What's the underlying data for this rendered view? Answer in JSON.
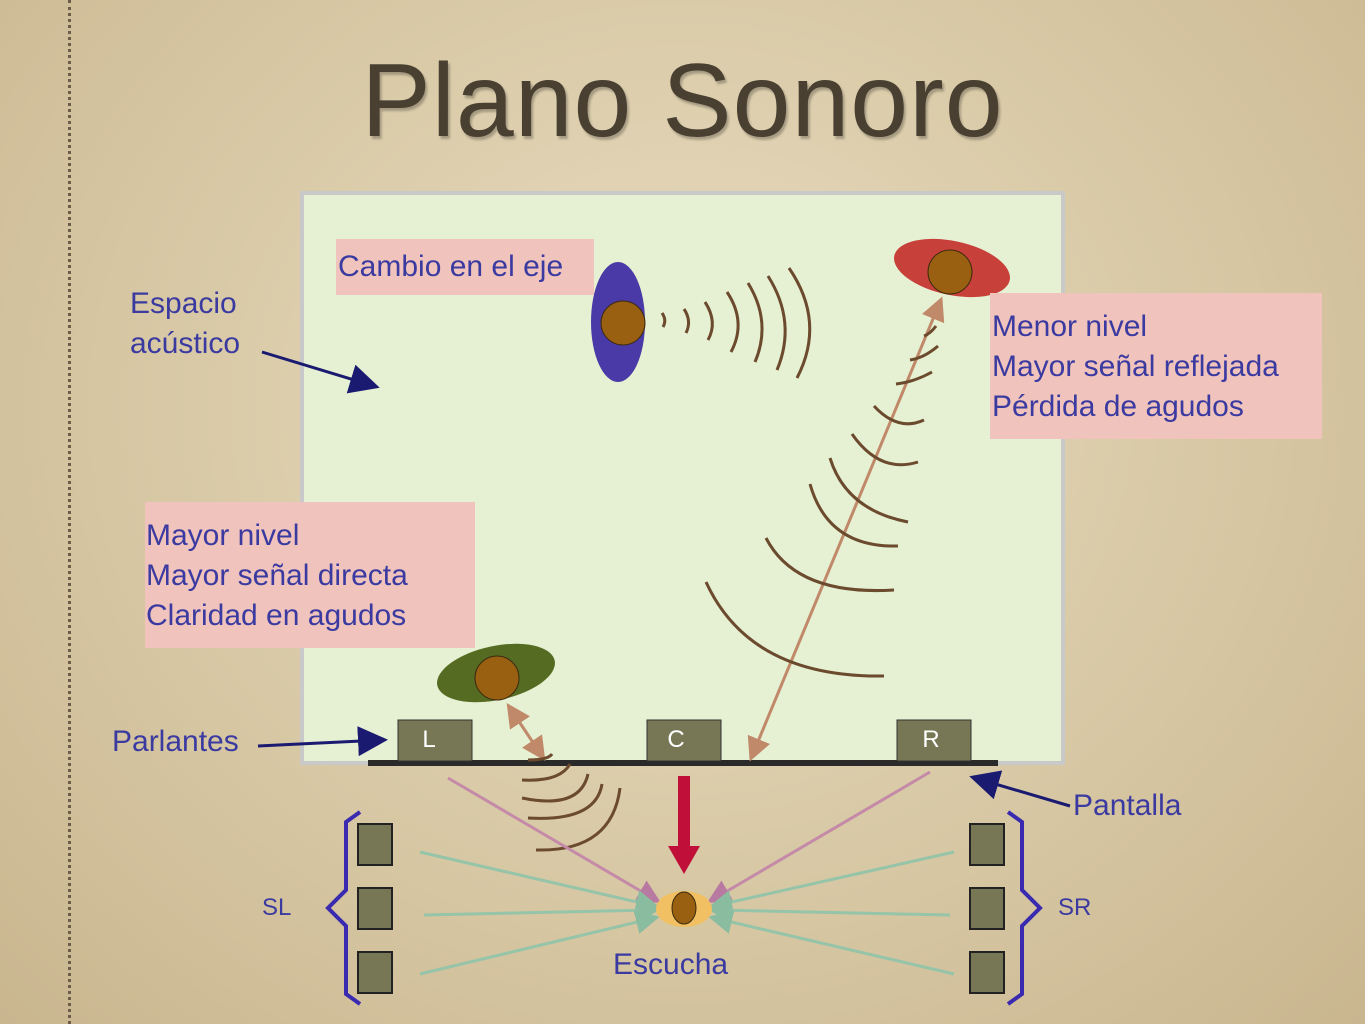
{
  "title": "Plano Sonoro",
  "labels": {
    "espacio": [
      "Espacio",
      "acústico"
    ],
    "parlantes": "Parlantes",
    "pantalla": "Pantalla",
    "escucha": "Escucha",
    "sl": "SL",
    "sr": "SR"
  },
  "boxes": {
    "cambio": [
      "Cambio en el eje"
    ],
    "menor": [
      "Menor nivel",
      "Mayor señal reflejada",
      "Pérdida de agudos"
    ],
    "mayor": [
      "Mayor nivel",
      "Mayor señal directa",
      "Claridad en agudos"
    ]
  },
  "speakers": {
    "l": "L",
    "c": "C",
    "r": "R"
  },
  "colors": {
    "room": "#e6f0d2",
    "box": "#f0c4bc",
    "text": "#3a3aa0",
    "speaker": "#777755",
    "wave": "#6b4a2e",
    "blue_ellipse": "#4a3aa8",
    "red_ellipse": "#c8403a",
    "green_ellipse": "#556b22",
    "arrow_red": "#c0103a",
    "surround_line": "#96c4a8",
    "front_line": "#c48aa8",
    "bracket": "#3a2ab0"
  }
}
